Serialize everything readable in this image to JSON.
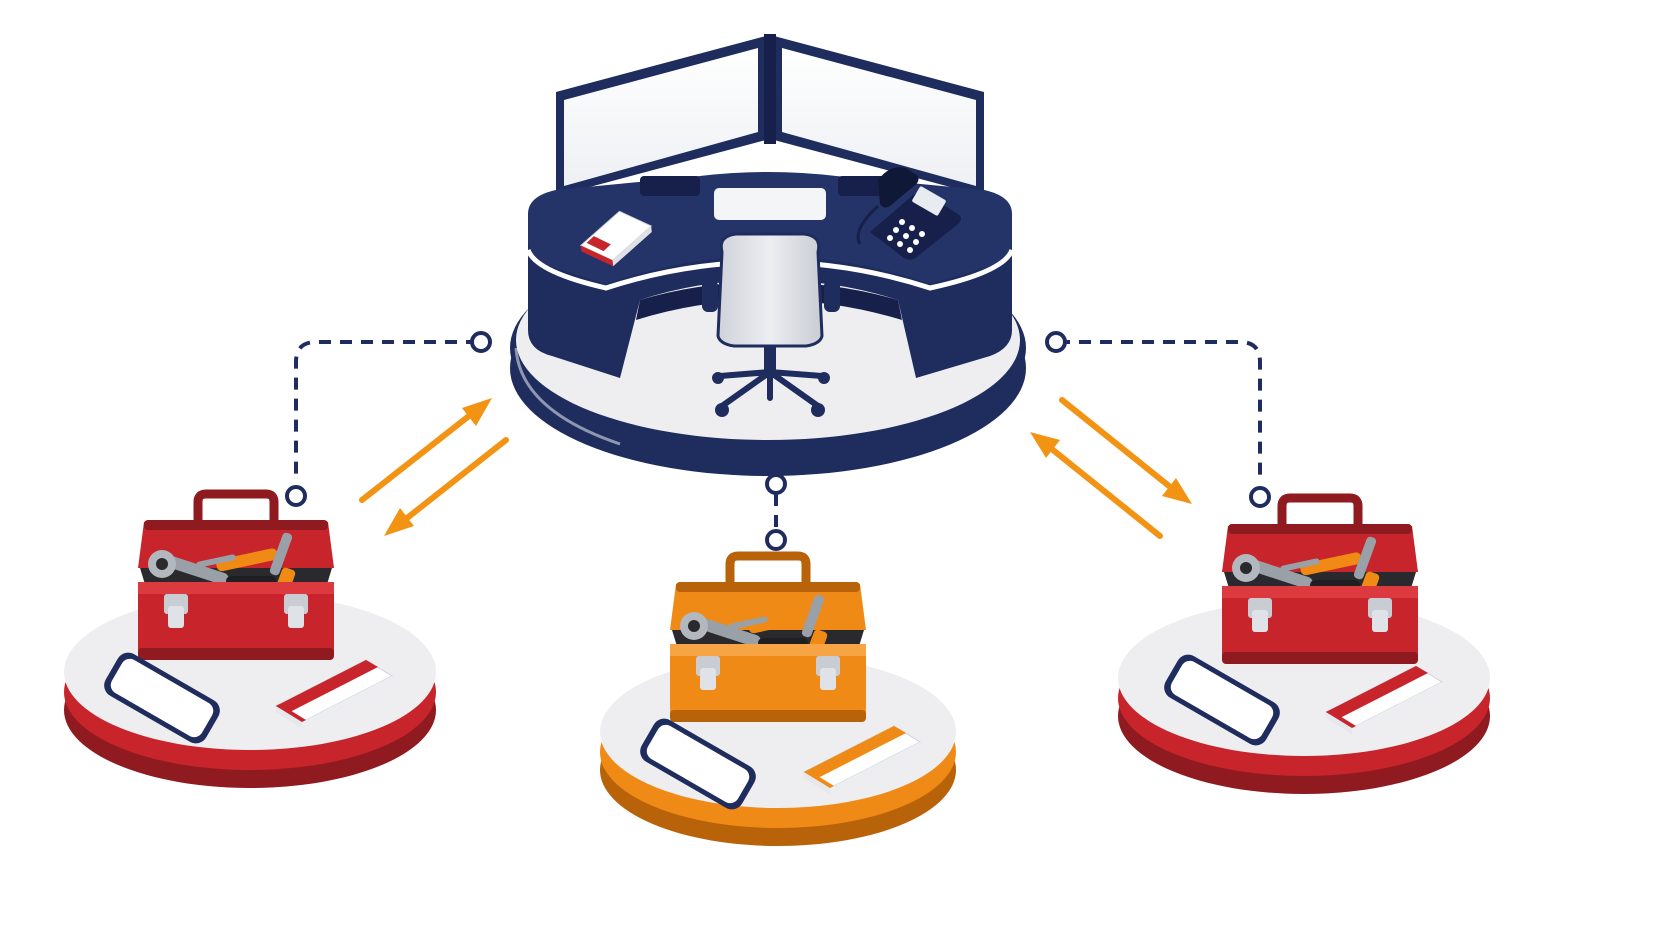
{
  "colors": {
    "background": "#ffffff",
    "navy": "#1f2d5e",
    "navy_dark": "#16204a",
    "red": "#c7242b",
    "red_dark": "#8f1a1f",
    "orange": "#ef8a16",
    "orange_dark": "#b8620a",
    "arrow_orange": "#f39314",
    "platform_top": "#eeeef0",
    "connector": "#1f2d5e"
  },
  "nodes": [
    {
      "id": "dispatch-hub",
      "type": "central-office",
      "icon": "desk-with-dual-monitors-icon",
      "ring_color": "navy"
    },
    {
      "id": "technician-left",
      "type": "field-station",
      "icon": "toolbox-icon",
      "ring_color": "red"
    },
    {
      "id": "technician-center",
      "type": "field-station",
      "icon": "toolbox-icon",
      "ring_color": "orange"
    },
    {
      "id": "technician-right",
      "type": "field-station",
      "icon": "toolbox-icon",
      "ring_color": "red"
    }
  ],
  "links": [
    {
      "from": "dispatch-hub",
      "to": "technician-left",
      "style": "dashed",
      "bidirectional_arrows": true
    },
    {
      "from": "dispatch-hub",
      "to": "technician-center",
      "style": "dashed",
      "bidirectional_arrows": false
    },
    {
      "from": "dispatch-hub",
      "to": "technician-right",
      "style": "dashed",
      "bidirectional_arrows": true
    }
  ],
  "station_items": [
    "toolbox-icon",
    "smartphone-icon",
    "notepad-icon"
  ]
}
